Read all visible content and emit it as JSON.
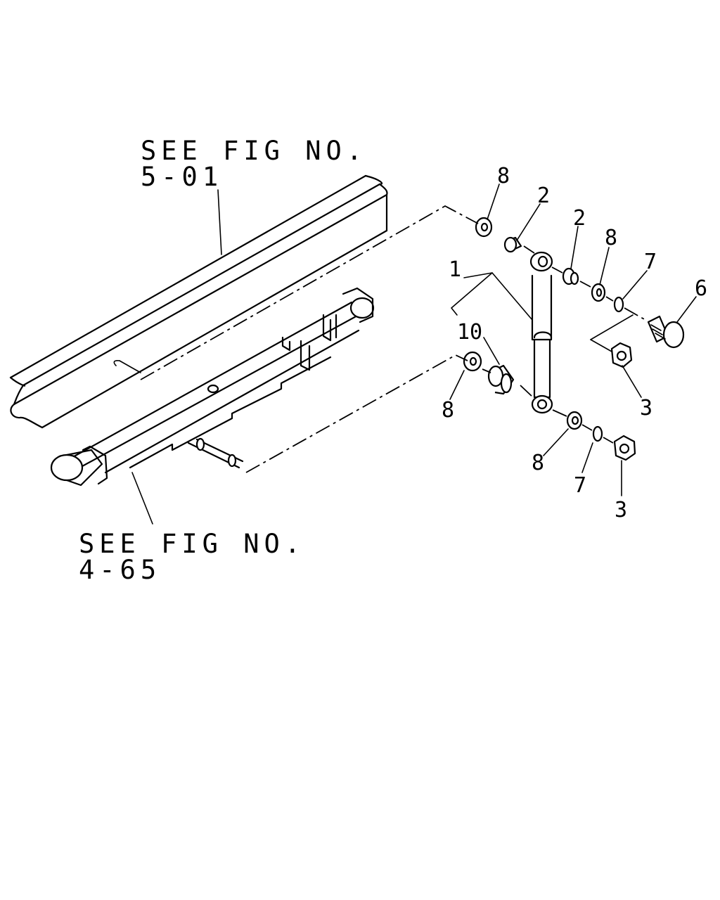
{
  "references": {
    "frame": {
      "line1": "SEE FIG NO.",
      "line2": "5-01"
    },
    "spring": {
      "line1": "SEE FIG NO.",
      "line2": "4-65"
    }
  },
  "callouts": {
    "c1": "1",
    "c2a": "2",
    "c2b": "2",
    "c3a": "3",
    "c3b": "3",
    "c6": "6",
    "c7a": "7",
    "c7b": "7",
    "c8a": "8",
    "c8b": "8",
    "c8c": "8",
    "c8d": "8",
    "c10": "10"
  }
}
